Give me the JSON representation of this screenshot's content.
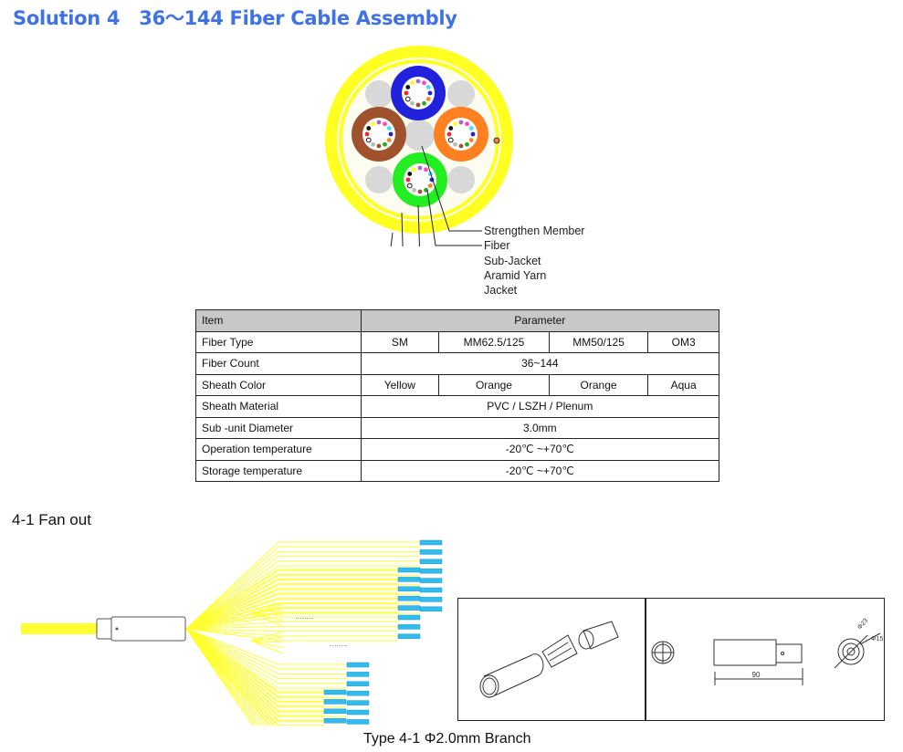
{
  "title": "Solution 4   36～144 Fiber Cable Assembly",
  "cross_section": {
    "labels": [
      "Strengthen Member",
      "Fiber",
      "Sub-Jacket",
      "Aramid Yarn",
      "Jacket"
    ],
    "colors": {
      "jacket": "#ffff22",
      "blue": "#2222dd",
      "brown": "#a0522d",
      "orange": "#ff8020",
      "green": "#22ee22",
      "grey": "#d8d8d8"
    }
  },
  "table": {
    "header": {
      "item": "Item",
      "parameter": "Parameter"
    },
    "rows": [
      {
        "item": "Fiber Type",
        "values": [
          "SM",
          "MM62.5/125",
          "MM50/125",
          "OM3"
        ]
      },
      {
        "item": "Fiber Count",
        "values": [
          "36~144"
        ]
      },
      {
        "item": "Sheath Color",
        "values": [
          "Yellow",
          "Orange",
          "Orange",
          "Aqua"
        ]
      },
      {
        "item": "Sheath Material",
        "values": [
          "PVC / LSZH / Plenum"
        ]
      },
      {
        "item": "Sub -unit Diameter",
        "values": [
          "3.0mm"
        ]
      },
      {
        "item": "Operation temperature",
        "values": [
          "-20℃ ~+70℃"
        ]
      },
      {
        "item": "Storage temperature",
        "values": [
          "-20℃ ~+70℃"
        ]
      }
    ]
  },
  "fanout": {
    "heading": "4-1  Fan out",
    "ellipsis": "........",
    "dimension_length": "90",
    "dimension_d1": "Φ23",
    "dimension_d2": "Φ15",
    "caption": "Type  4-1  Φ2.0mm Branch",
    "fiber_color": "#ffff33",
    "connector_color": "#33bbee"
  }
}
